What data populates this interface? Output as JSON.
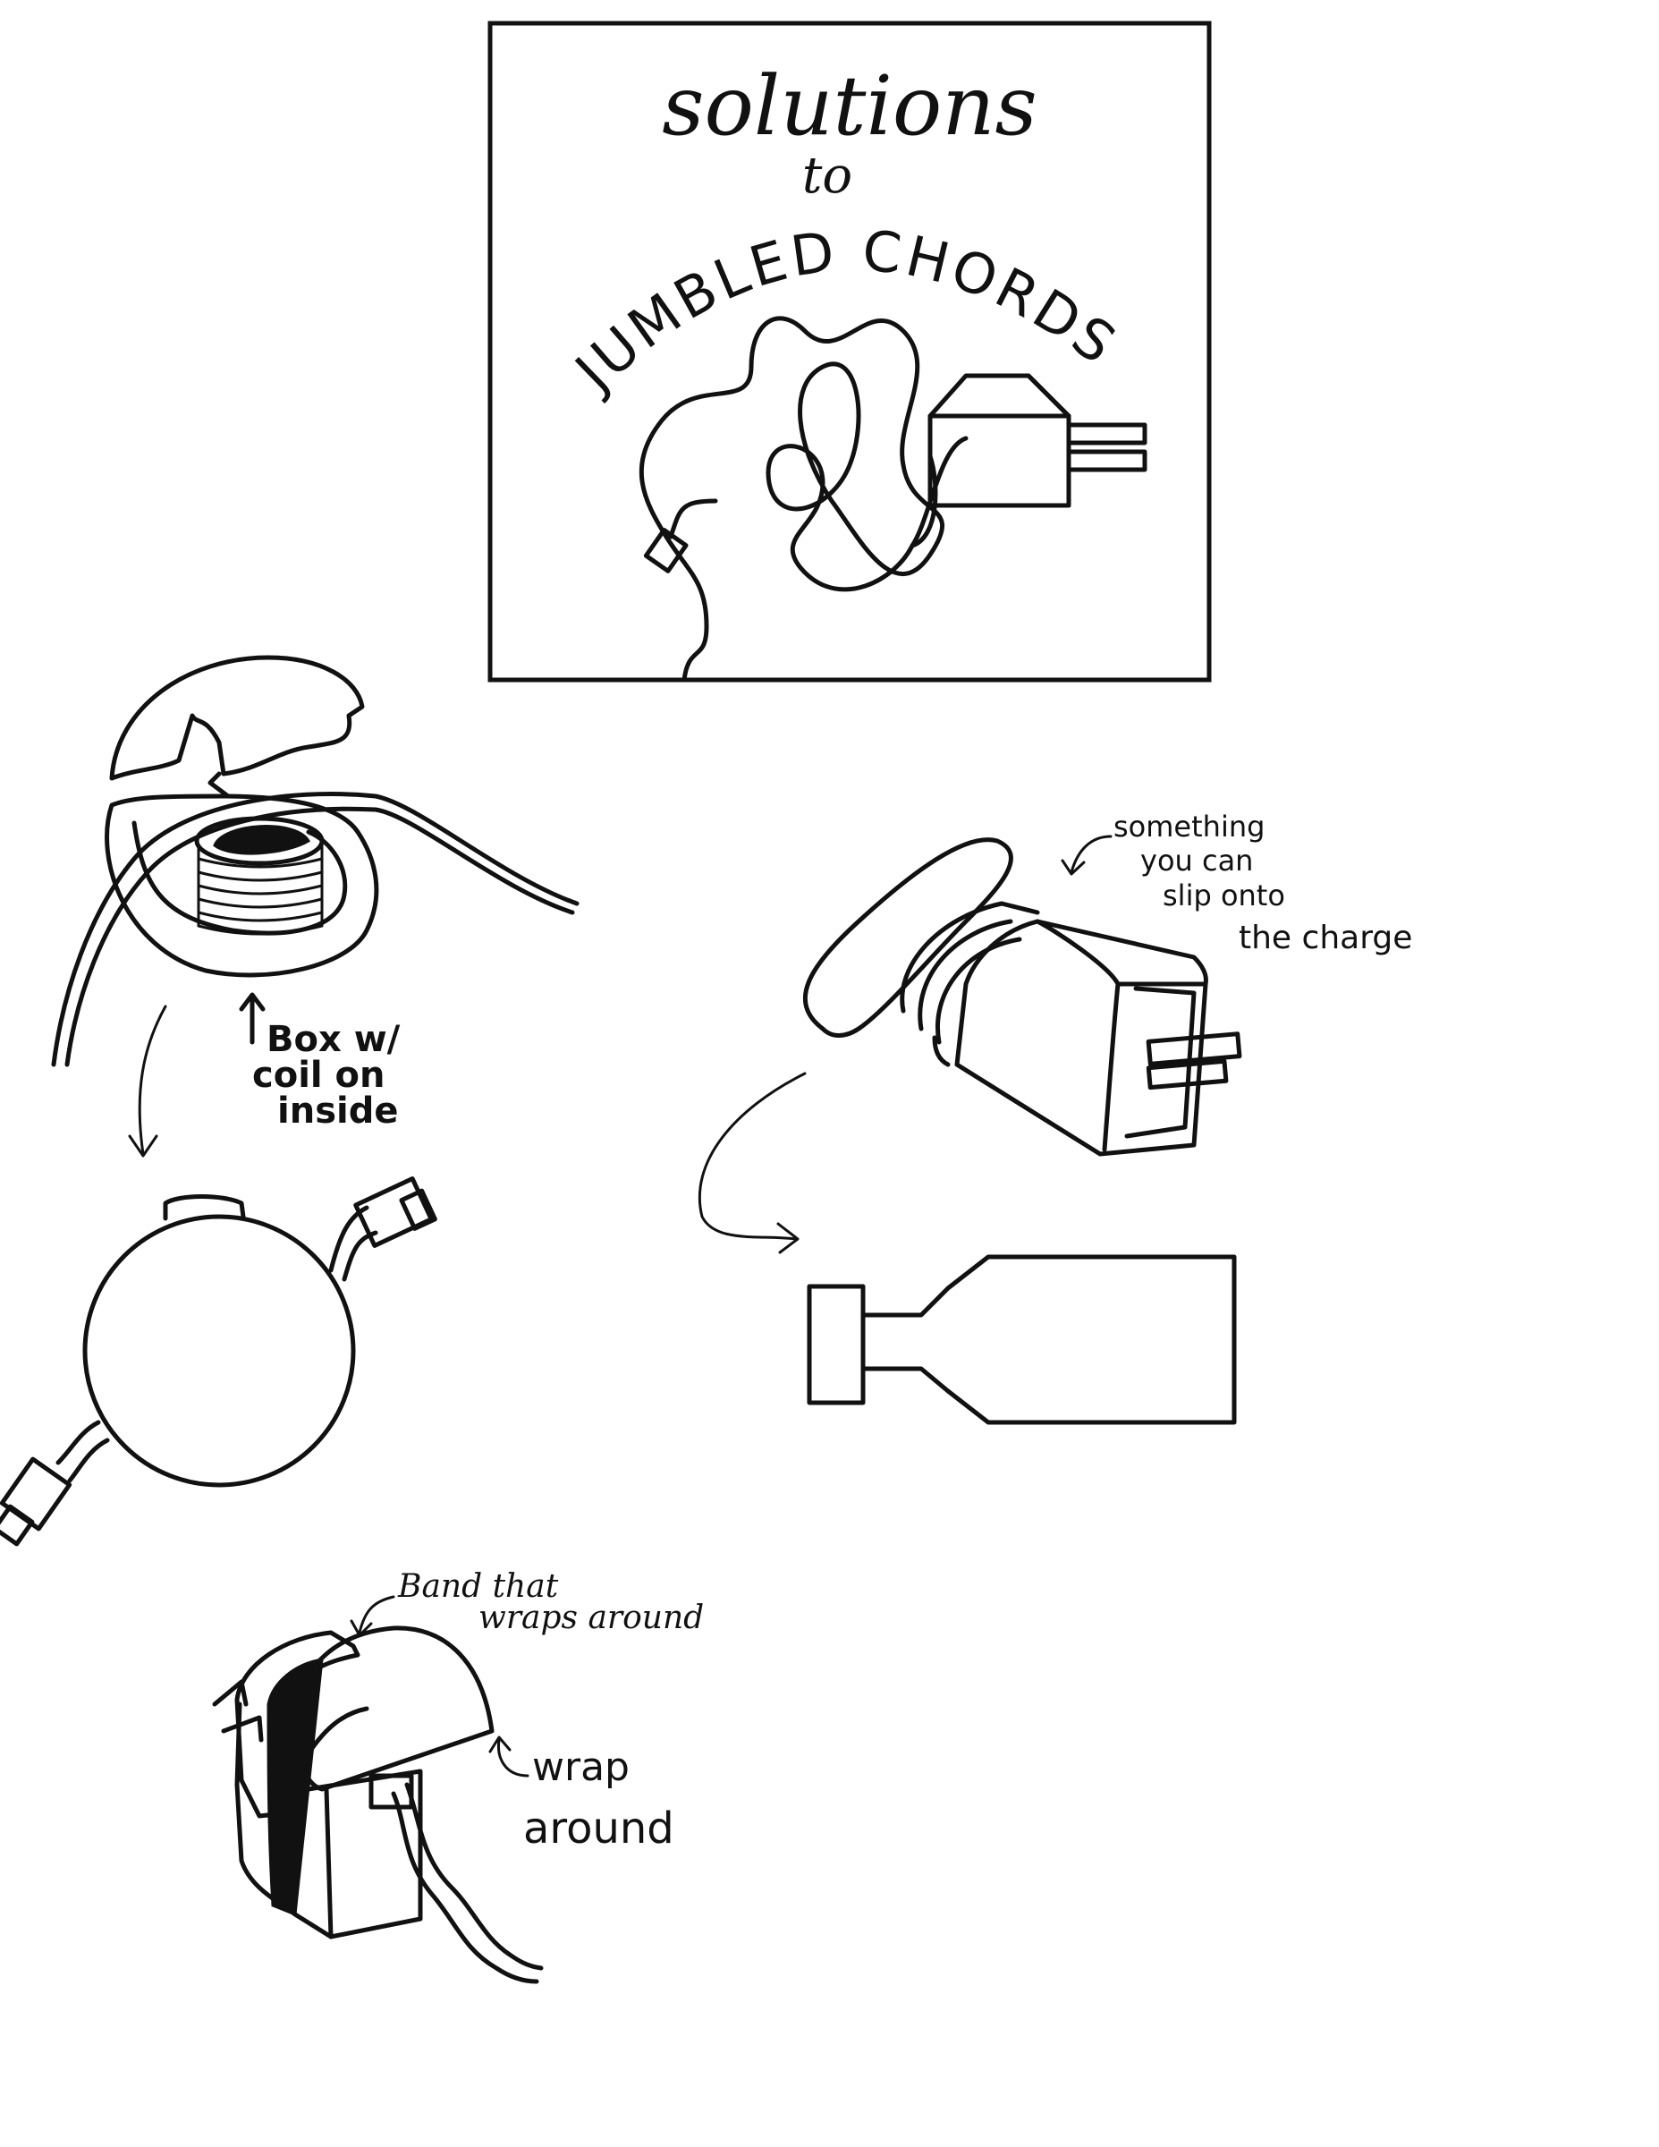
{
  "title_box": {
    "line1": "solutions",
    "line2": "to",
    "line3": "JUMBLED CHORDS"
  },
  "sketches": [
    {
      "name": "cord-organizer-box",
      "label_line1": "Box w/",
      "label_line2": "coil on",
      "label_line3": "inside"
    },
    {
      "name": "charger-sleeve",
      "label_line1": "something",
      "label_line2": "you can",
      "label_line3": "slip onto",
      "label_line4": "the charge"
    },
    {
      "name": "wrap-charger",
      "band_label_line1": "Band that",
      "band_label_line2": "wraps around",
      "wrap_label_line1": "wrap",
      "wrap_label_line2": "around"
    }
  ]
}
